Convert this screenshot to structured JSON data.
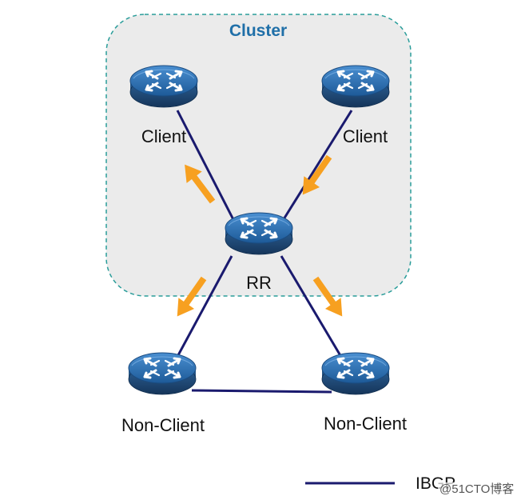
{
  "cluster": {
    "title": "Cluster"
  },
  "nodes": {
    "client_left": {
      "label": "Client"
    },
    "client_right": {
      "label": "Client"
    },
    "rr": {
      "label": "RR"
    },
    "nonclient_left": {
      "label": "Non-Client"
    },
    "nonclient_right": {
      "label": "Non-Client"
    }
  },
  "legend": {
    "ibgp_label": "IBGP"
  },
  "watermark": "@51CTO博客",
  "colors": {
    "cluster_border": "#2a9d9a",
    "cluster_fill": "#ebebeb",
    "link": "#1a1a6e",
    "arrow": "#f7a020",
    "router_body": "#1f5f9e",
    "cluster_title": "#1f6fa8"
  }
}
